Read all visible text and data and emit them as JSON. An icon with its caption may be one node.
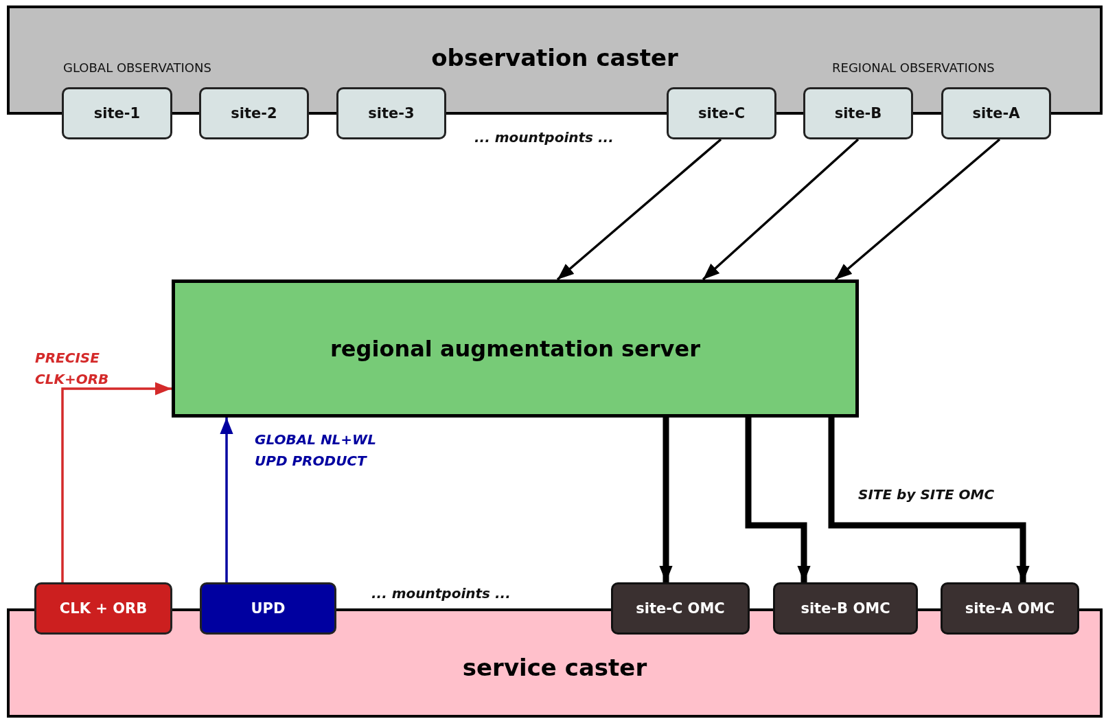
{
  "diagram": {
    "nodes": [
      {
        "text": [
          "observation caster"
        ]
      },
      {
        "text": [
          "site-1"
        ]
      },
      {
        "text": [
          "site-2"
        ]
      },
      {
        "text": [
          "site-3"
        ]
      },
      {
        "text": [
          "site-C"
        ]
      },
      {
        "text": [
          "site-B"
        ]
      },
      {
        "text": [
          "site-A"
        ]
      },
      {
        "text": [
          "regional augmentation server"
        ]
      },
      {
        "text": [
          "CLK + ORB"
        ]
      },
      {
        "text": [
          "UPD"
        ]
      },
      {
        "text": [
          "site-C OMC"
        ]
      },
      {
        "text": [
          "site-B OMC"
        ]
      },
      {
        "text": [
          "site-A OMC"
        ]
      },
      {
        "text": [
          "service caster"
        ]
      }
    ],
    "edges": [
      {
        "from": 4,
        "to": 7,
        "arrow": "to"
      },
      {
        "from": 5,
        "to": 7,
        "arrow": "to"
      },
      {
        "from": 6,
        "to": 7,
        "arrow": "to"
      },
      {
        "from": 7,
        "to": 10,
        "arrow": "to",
        "style": "thick"
      },
      {
        "from": 7,
        "to": 11,
        "arrow": "to",
        "style": "thick"
      },
      {
        "from": 7,
        "to": 12,
        "arrow": "to",
        "style": "thick",
        "label": "SITE by SITE OMC"
      },
      {
        "from": 8,
        "to": 7,
        "arrow": "to",
        "color": "#d42a2a",
        "label": "PRECISE CLK+ORB"
      },
      {
        "from": 9,
        "to": 7,
        "arrow": "to",
        "color": "#0000a0",
        "label": "GLOBAL NL+WL UPD PRODUCT"
      }
    ],
    "labels": [
      "GLOBAL OBSERVATIONS",
      "REGIONAL OBSERVATIONS",
      "... mountpoints ...",
      "... mountpoints ..."
    ]
  }
}
